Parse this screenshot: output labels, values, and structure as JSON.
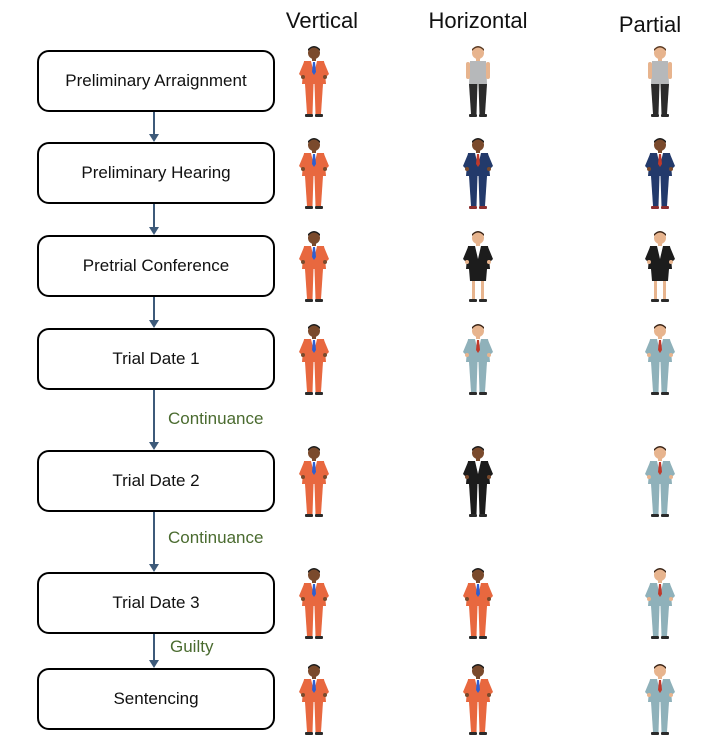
{
  "columns": [
    {
      "key": "vertical",
      "label": "Vertical"
    },
    {
      "key": "horizontal",
      "label": "Horizontal"
    },
    {
      "key": "partial",
      "label": "Partial"
    }
  ],
  "stages": [
    {
      "label": "Preliminary Arraignment",
      "vertical": "orange-suit",
      "horizontal": "grey-casual",
      "partial": "grey-casual"
    },
    {
      "label": "Preliminary Hearing",
      "vertical": "orange-suit",
      "horizontal": "navy-suit",
      "partial": "navy-suit"
    },
    {
      "label": "Pretrial Conference",
      "vertical": "orange-suit",
      "horizontal": "black-skirt-woman",
      "partial": "black-skirt-woman"
    },
    {
      "label": "Trial Date 1",
      "vertical": "orange-suit",
      "horizontal": "teal-suit",
      "partial": "teal-suit"
    },
    {
      "label": "Trial Date 2",
      "vertical": "orange-suit",
      "horizontal": "black-pantsuit-woman",
      "partial": "teal-suit"
    },
    {
      "label": "Trial Date 3",
      "vertical": "orange-suit",
      "horizontal": "orange-suit",
      "partial": "teal-suit"
    },
    {
      "label": "Sentencing",
      "vertical": "orange-suit",
      "horizontal": "orange-suit",
      "partial": "teal-suit"
    }
  ],
  "transitions": [
    "",
    "",
    "",
    "Continuance",
    "Continuance",
    "Guilty"
  ],
  "colors": {
    "orange-suit": "#e8683f",
    "teal-suit": "#8fb1ba",
    "navy-suit": "#233a6b",
    "black-suit": "#1c1c1c",
    "grey-shirt": "#b6b8ba",
    "arrow": "#3d5a7a",
    "label": "#4a6b2f"
  }
}
